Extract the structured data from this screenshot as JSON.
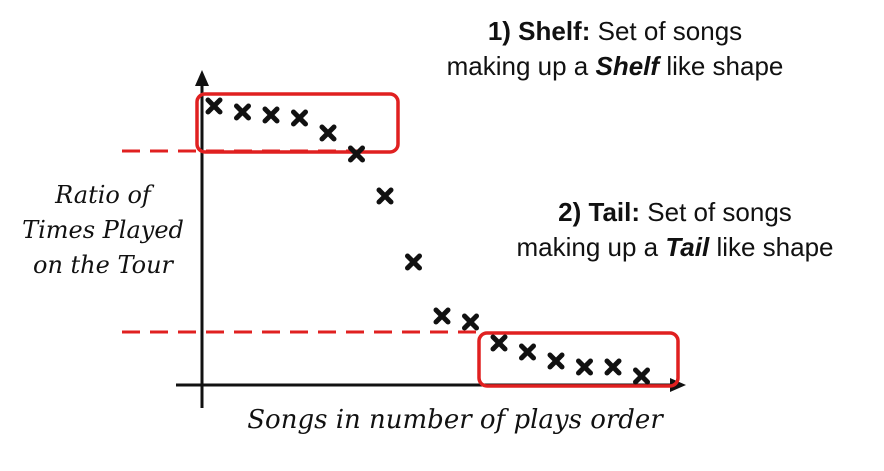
{
  "annotations": {
    "shelf": {
      "title": "1) Shelf:",
      "line1_rest": "Set of songs",
      "line2_pre": "making up a",
      "line2_emph": "Shelf",
      "line2_post": "like shape"
    },
    "tail": {
      "title": "2) Tail:",
      "line1_rest": "Set of songs",
      "line2_pre": "making up a",
      "line2_emph": "Tail",
      "line2_post": "like shape"
    }
  },
  "axes": {
    "ylabel_lines": [
      "Ratio of",
      "Times Played",
      "on the Tour"
    ],
    "xlabel": "Songs in number of plays order"
  },
  "colors": {
    "marker": "#111111",
    "highlight": "#e02020",
    "axis": "#111111"
  },
  "chart_data": {
    "type": "scatter",
    "x": [
      1,
      2,
      3,
      4,
      5,
      6,
      7,
      8,
      9,
      10,
      11,
      12,
      13,
      14,
      15,
      16
    ],
    "y": [
      0.93,
      0.91,
      0.9,
      0.89,
      0.84,
      0.77,
      0.63,
      0.41,
      0.23,
      0.21,
      0.14,
      0.11,
      0.08,
      0.06,
      0.06,
      0.03
    ],
    "marker": "x",
    "xlabel": "Songs in number of plays order",
    "ylabel": "Ratio of Times Played on the Tour",
    "regions": [
      {
        "label": "Shelf",
        "x_range": [
          1,
          5
        ]
      },
      {
        "label": "Tail",
        "x_range": [
          11,
          16
        ]
      }
    ],
    "thresholds": [
      0.81,
      0.18
    ],
    "grid": false
  }
}
